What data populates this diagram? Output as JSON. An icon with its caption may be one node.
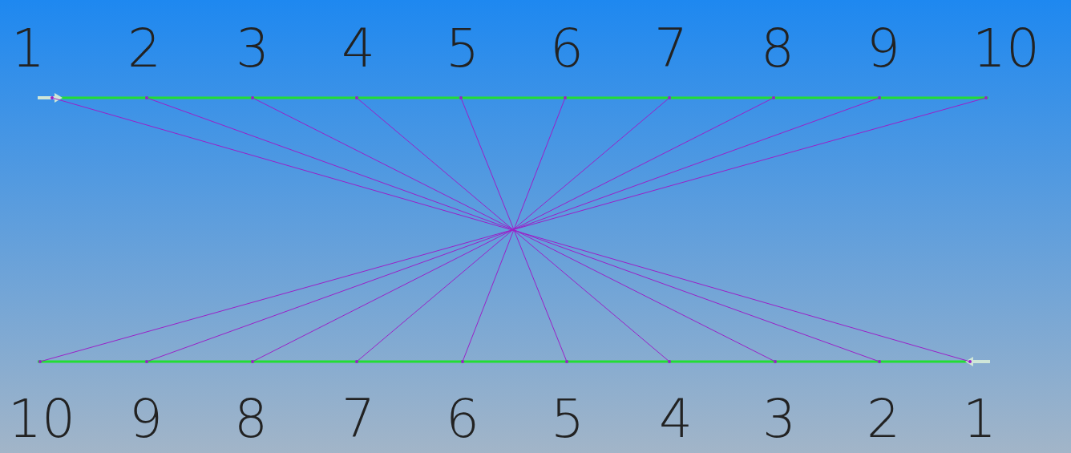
{
  "diagram": {
    "nodes": [
      {
        "text": [],
        "shape": "point",
        "beside": [
          "1"
        ]
      },
      {
        "text": [],
        "shape": "point",
        "beside": [
          "2"
        ]
      },
      {
        "text": [],
        "shape": "point",
        "beside": [
          "3"
        ]
      },
      {
        "text": [],
        "shape": "point",
        "beside": [
          "4"
        ]
      },
      {
        "text": [],
        "shape": "point",
        "beside": [
          "5"
        ]
      },
      {
        "text": [],
        "shape": "point",
        "beside": [
          "6"
        ]
      },
      {
        "text": [],
        "shape": "point",
        "beside": [
          "7"
        ]
      },
      {
        "text": [],
        "shape": "point",
        "beside": [
          "8"
        ]
      },
      {
        "text": [],
        "shape": "point",
        "beside": [
          "9"
        ]
      },
      {
        "text": [],
        "shape": "point",
        "beside": [
          "10"
        ]
      },
      {
        "text": [],
        "shape": "point",
        "beside": [
          "10"
        ]
      },
      {
        "text": [],
        "shape": "point",
        "beside": [
          "9"
        ]
      },
      {
        "text": [],
        "shape": "point",
        "beside": [
          "8"
        ]
      },
      {
        "text": [],
        "shape": "point",
        "beside": [
          "7"
        ]
      },
      {
        "text": [],
        "shape": "point",
        "beside": [
          "6"
        ]
      },
      {
        "text": [],
        "shape": "point",
        "beside": [
          "5"
        ]
      },
      {
        "text": [],
        "shape": "point",
        "beside": [
          "4"
        ]
      },
      {
        "text": [],
        "shape": "point",
        "beside": [
          "3"
        ]
      },
      {
        "text": [],
        "shape": "point",
        "beside": [
          "2"
        ]
      },
      {
        "text": [],
        "shape": "point",
        "beside": [
          "1"
        ]
      }
    ],
    "edges": [
      {
        "from": 0,
        "to": 19,
        "arrow": "none"
      },
      {
        "from": 1,
        "to": 18,
        "arrow": "none"
      },
      {
        "from": 2,
        "to": 17,
        "arrow": "none"
      },
      {
        "from": 3,
        "to": 16,
        "arrow": "none"
      },
      {
        "from": 4,
        "to": 15,
        "arrow": "none"
      },
      {
        "from": 5,
        "to": 14,
        "arrow": "none"
      },
      {
        "from": 6,
        "to": 13,
        "arrow": "none"
      },
      {
        "from": 7,
        "to": 12,
        "arrow": "none"
      },
      {
        "from": 8,
        "to": 11,
        "arrow": "none"
      },
      {
        "from": 9,
        "to": 10,
        "arrow": "none"
      }
    ]
  }
}
